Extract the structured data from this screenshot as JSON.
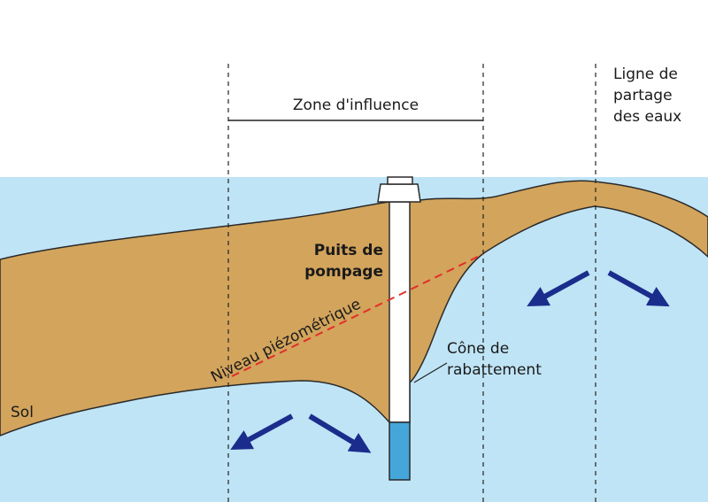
{
  "labels": {
    "zone": "Zone d'influence",
    "ligne": [
      "Ligne de",
      "partage",
      "des eaux"
    ],
    "puits": [
      "Puits de",
      "pompage"
    ],
    "niveau": "Niveau piézométrique",
    "cone": [
      "Cône de",
      "rabattement"
    ],
    "sol": "Sol"
  },
  "colors": {
    "soil": "#d3a45c",
    "water": "#bfe4f6",
    "well_water": "#45a7d9",
    "arrows": "#1b2d8c",
    "piezometric_line": "#e0302a"
  }
}
